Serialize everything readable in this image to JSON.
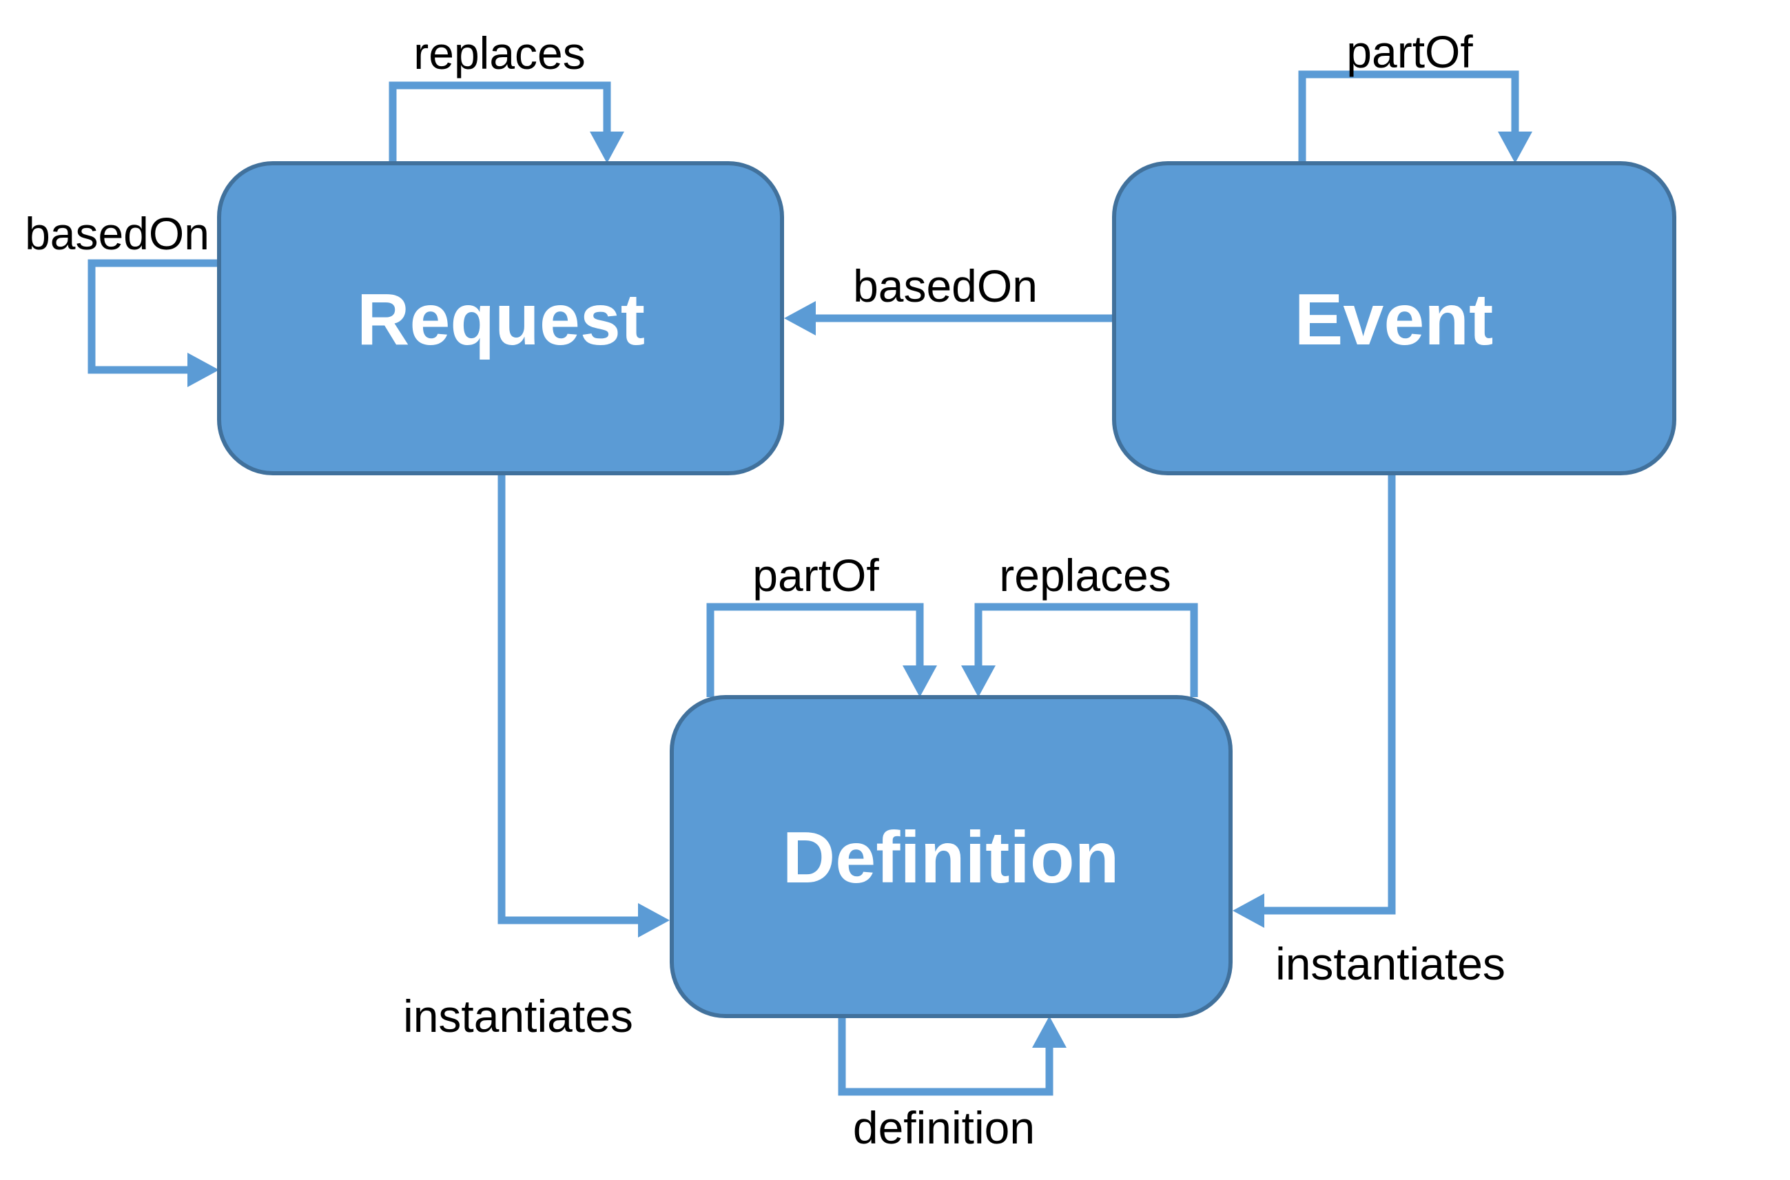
{
  "diagram": {
    "title": "Request-Event-Definition ontology diagram",
    "colors": {
      "background": "#ffffff",
      "node_fill": "#5B9BD5",
      "node_border": "#41719C",
      "connector": "#5B9BD5",
      "node_label_color": "#ffffff",
      "edge_label_color": "#000000"
    },
    "nodes": {
      "request": {
        "label": "Request"
      },
      "event": {
        "label": "Event"
      },
      "definition": {
        "label": "Definition"
      }
    },
    "edges": {
      "request_replaces_self": {
        "label": "replaces",
        "from": "Request",
        "to": "Request"
      },
      "request_basedon_self": {
        "label": "basedOn",
        "from": "Request",
        "to": "Request"
      },
      "event_partof_self": {
        "label": "partOf",
        "from": "Event",
        "to": "Event"
      },
      "event_basedon_request": {
        "label": "basedOn",
        "from": "Event",
        "to": "Request"
      },
      "request_instantiates_definition": {
        "label": "instantiates",
        "from": "Request",
        "to": "Definition"
      },
      "event_instantiates_definition": {
        "label": "instantiates",
        "from": "Event",
        "to": "Definition"
      },
      "definition_partof_self": {
        "label": "partOf",
        "from": "Definition",
        "to": "Definition"
      },
      "definition_replaces_self": {
        "label": "replaces",
        "from": "Definition",
        "to": "Definition"
      },
      "definition_definition_self": {
        "label": "definition",
        "from": "Definition",
        "to": "Definition"
      }
    }
  }
}
